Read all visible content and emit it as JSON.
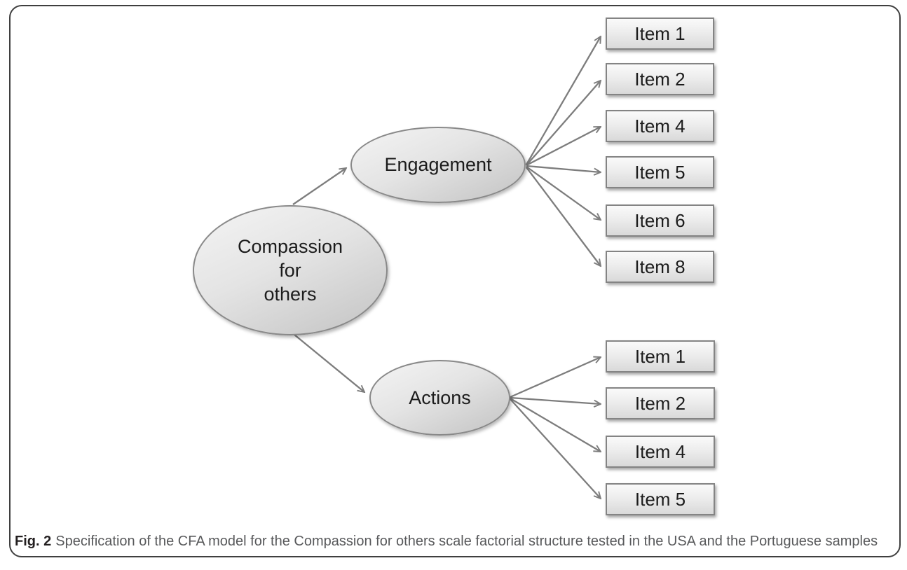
{
  "figure": {
    "caption": {
      "label": "Fig. 2",
      "text": "Specification of the CFA model for the Compassion for others scale factorial structure tested in the USA and the Portuguese samples"
    }
  },
  "diagram": {
    "type": "cfa-path-diagram",
    "root": {
      "label": "Compassion for others",
      "lines": [
        "Compassion",
        "for",
        "others"
      ]
    },
    "factors": [
      {
        "label": "Engagement",
        "items": [
          "Item 1",
          "Item 2",
          "Item 4",
          "Item 5",
          "Item 6",
          "Item 8"
        ]
      },
      {
        "label": "Actions",
        "items": [
          "Item 1",
          "Item 2",
          "Item 4",
          "Item 5"
        ]
      }
    ],
    "edges": [
      {
        "from": "Compassion for others",
        "to": "Engagement"
      },
      {
        "from": "Compassion for others",
        "to": "Actions"
      },
      {
        "from": "Engagement",
        "to": "Item 1"
      },
      {
        "from": "Engagement",
        "to": "Item 2"
      },
      {
        "from": "Engagement",
        "to": "Item 4"
      },
      {
        "from": "Engagement",
        "to": "Item 5"
      },
      {
        "from": "Engagement",
        "to": "Item 6"
      },
      {
        "from": "Engagement",
        "to": "Item 8"
      },
      {
        "from": "Actions",
        "to": "Item 1"
      },
      {
        "from": "Actions",
        "to": "Item 2"
      },
      {
        "from": "Actions",
        "to": "Item 4"
      },
      {
        "from": "Actions",
        "to": "Item 5"
      }
    ],
    "colors": {
      "node_fill_light": "#f4f4f4",
      "node_fill_dark": "#c3c3c3",
      "node_border": "#898989",
      "arrow": "#7d7d7d",
      "text": "#1c1c1c",
      "caption_label": "#231f20",
      "caption_text": "#58595b",
      "frame_border": "#3f3f3f",
      "background": "#ffffff"
    }
  }
}
